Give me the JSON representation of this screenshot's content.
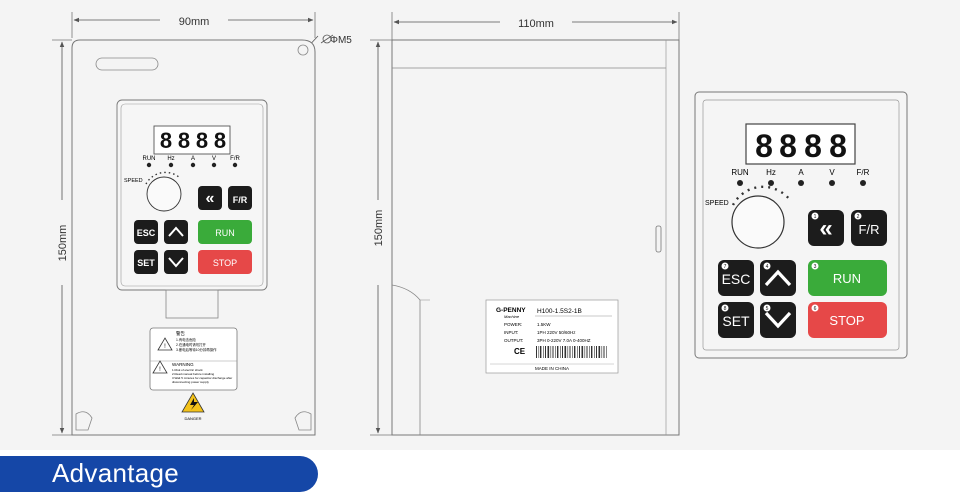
{
  "dimensions": {
    "width_label": "90mm",
    "depth_label": "110mm",
    "height_label_front": "150mm",
    "height_label_side": "150mm",
    "hole_label": "ΦM5"
  },
  "keypad": {
    "display_digits": [
      "8",
      "8",
      "8",
      "8"
    ],
    "indicators": [
      "RUN",
      "Hz",
      "A",
      "V",
      "F/R"
    ],
    "speed_label": "SPEED",
    "keys": {
      "shift": "«",
      "fr": "F/R",
      "esc": "ESC",
      "set": "SET",
      "run": "RUN",
      "stop": "STOP"
    },
    "key_numbers": {
      "shift": "1",
      "fr": "2",
      "esc": "7",
      "up": "4",
      "set": "8",
      "down": "5",
      "run": "3",
      "stop": "6"
    }
  },
  "nameplate": {
    "brand": "G-PENNY",
    "brand_sub": "Machine",
    "model": "H100-1.5S2-1B",
    "rows": [
      {
        "key": "POWER:",
        "value": "1.5KW"
      },
      {
        "key": "INPUT:",
        "value": "1PH  220V  50/60Hz"
      },
      {
        "key": "OUTPUT:",
        "value": "3PH  0-220V  7.0A  0-400HZ"
      }
    ],
    "ce_mark": "CE",
    "made_in": "MADE IN CHINA"
  },
  "warning_label": {
    "title_cn": "警告",
    "cn_lines": [
      "1.有电击危险",
      "2.在通电时请勿打开",
      "3.断电后等待10分钟再操作"
    ],
    "title_en": "WARNING",
    "en_lines": [
      "1.Risk of electric shock",
      "2.Read manual before installing",
      "3.Wait 5 minutes for capacitor discharge after",
      "disconnecting power supply"
    ],
    "hazard_text": "DANGER"
  },
  "footer": {
    "advantage": "Advantage"
  },
  "colors": {
    "run_key": "#3aab3a",
    "stop_key": "#e64848",
    "dark_key": "#1c1c1c",
    "banner": "#1547a7",
    "line": "#7a7a7a"
  }
}
